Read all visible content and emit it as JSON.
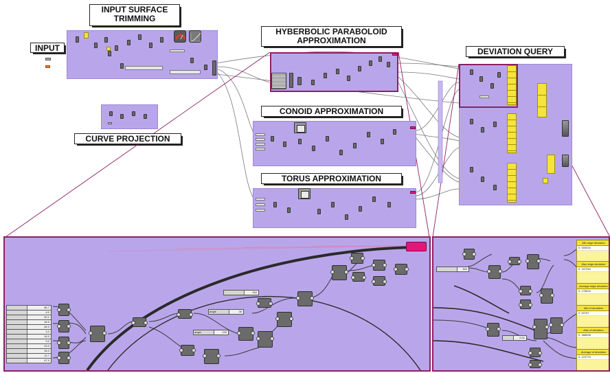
{
  "titles": {
    "input_surface": "INPUT SURFACE\nTRIMMING",
    "input": "INPUT",
    "hyperbolic": "HYBERBOLIC PARABOLOID\nAPPROXIMATION",
    "conoid": "CONOID APPROXIMATION",
    "torus": "TORUS APPROXIMATION",
    "deviation": "DEVIATION QUERY",
    "curve_projection": "CURVE PROJECTION"
  },
  "hp_detail": {
    "sliders": [
      {
        "label": "",
        "value": "86.7"
      },
      {
        "label": "",
        "value": "8.0"
      },
      {
        "label": "",
        "value": "40.1"
      },
      {
        "label": "",
        "value": "18.0"
      },
      {
        "label": "",
        "value": "46.0"
      },
      {
        "label": "",
        "value": "4.2"
      },
      {
        "label": "",
        "value": "18.0"
      },
      {
        "label": "",
        "value": "9.0"
      },
      {
        "label": "",
        "value": "23.0"
      },
      {
        "label": "",
        "value": "16.0"
      },
      {
        "label": "",
        "value": "12.7"
      },
      {
        "label": "",
        "value": "47.0"
      }
    ],
    "mid_sliders": [
      {
        "label": "",
        "value": "334"
      },
      {
        "label": "angle",
        "value": "36"
      },
      {
        "label": "angle",
        "value": "199"
      }
    ]
  },
  "deviation_detail": {
    "input_slider": {
      "label": "",
      "value": "300"
    },
    "mid_slider": {
      "label": "",
      "value": "0.31"
    },
    "panels": [
      {
        "title": "Min edge deviation",
        "value": "0. 000034"
      },
      {
        "title": "Max edge deviation",
        "value": "0. 157934"
      },
      {
        "title": "Average edge deviation",
        "value": "0. 176816"
      },
      {
        "title": "Min of deviation",
        "value": "0. 00787"
      },
      {
        "title": "Max of deviation",
        "value": "0. 386698"
      },
      {
        "title": "Average of deviation",
        "value": "0. 470779"
      }
    ]
  },
  "colors": {
    "group_fill": "#b9a6ea",
    "highlight": "#8d1f63",
    "panel_yellow": "#f5e43a",
    "component": "#6a6a6a",
    "pink_param": "#e6157a"
  }
}
